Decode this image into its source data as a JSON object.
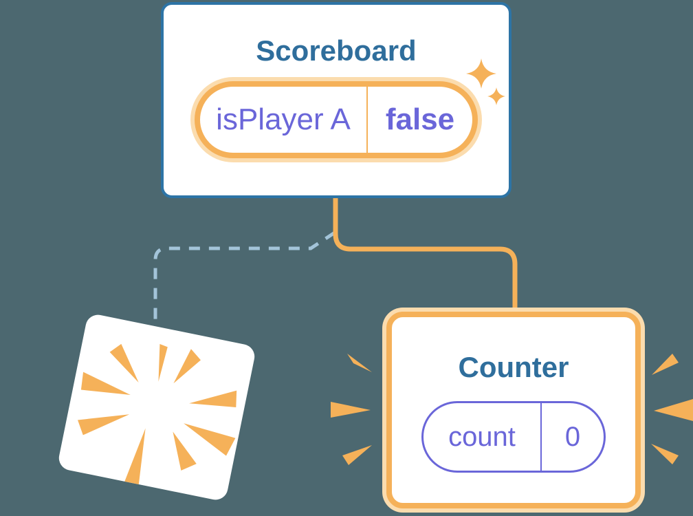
{
  "palette": {
    "bg": "#4C6870",
    "card_white": "#FFFFFF",
    "card_border_blue": "#2D74A6",
    "title_blue": "#2F6E9C",
    "orange": "#F5B159",
    "orange_halo": "#FBDCAE",
    "purple": "#6A66D9",
    "dashed_blue": "#A3C4D9"
  },
  "scoreboard": {
    "title": "Scoreboard",
    "pill": {
      "name": "isPlayer A",
      "value": "false"
    }
  },
  "counter": {
    "title": "Counter",
    "pill": {
      "name": "count",
      "value": "0"
    }
  },
  "connections": [
    {
      "from": "scoreboard",
      "to": "counter",
      "style": "solid-orange"
    },
    {
      "from": "scoreboard",
      "to": "destroyed-component",
      "style": "dashed-blue"
    }
  ],
  "icons": {
    "sparkles": "sparkle-icon",
    "counter_bursts": "burst-icon",
    "destroyed_burst": "poof-icon"
  }
}
